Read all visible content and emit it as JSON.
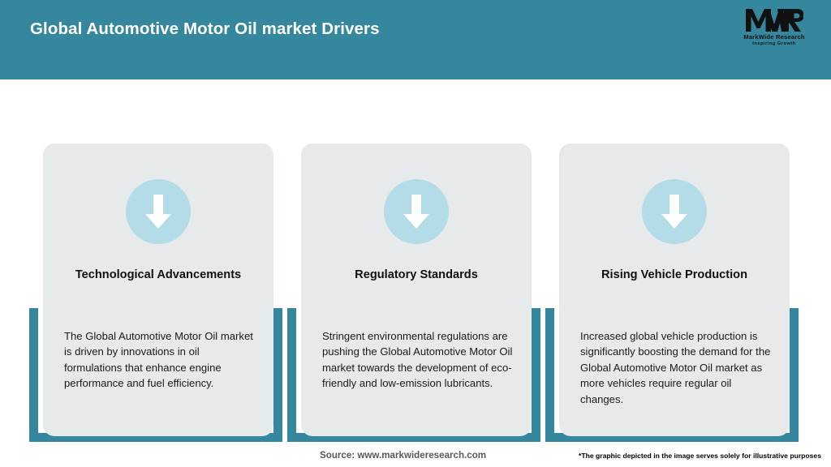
{
  "header": {
    "title": "Global Automotive Motor Oil market Drivers",
    "bg_color": "#35879d",
    "title_color": "#ffffff",
    "logo": {
      "monogram": "MWR",
      "name": "MarkWide Research",
      "tagline": "Inspiring Growth"
    }
  },
  "theme": {
    "teal": "#35879d",
    "card_bg": "#e7eaeb",
    "icon_circle": "#b4dce8",
    "arrow": "#ffffff",
    "page_bg": "#ffffff"
  },
  "cards": [
    {
      "icon": "arrow-down-icon",
      "title": "Technological Advancements",
      "body": "The Global Automotive Motor Oil market is driven by innovations in oil formulations that enhance engine performance and fuel efficiency."
    },
    {
      "icon": "arrow-down-icon",
      "title": "Regulatory Standards",
      "body": "Stringent environmental regulations are pushing the Global Automotive Motor Oil market towards the development of eco-friendly and low-emission lubricants."
    },
    {
      "icon": "arrow-down-icon",
      "title": "Rising Vehicle Production",
      "body": "Increased global vehicle production is significantly boosting the demand for the Global Automotive Motor Oil market as more vehicles require regular oil changes."
    }
  ],
  "footer": {
    "source": "Source: www.markwideresearch.com",
    "disclaimer": "*The graphic depicted in the image serves solely for illustrative purposes"
  }
}
